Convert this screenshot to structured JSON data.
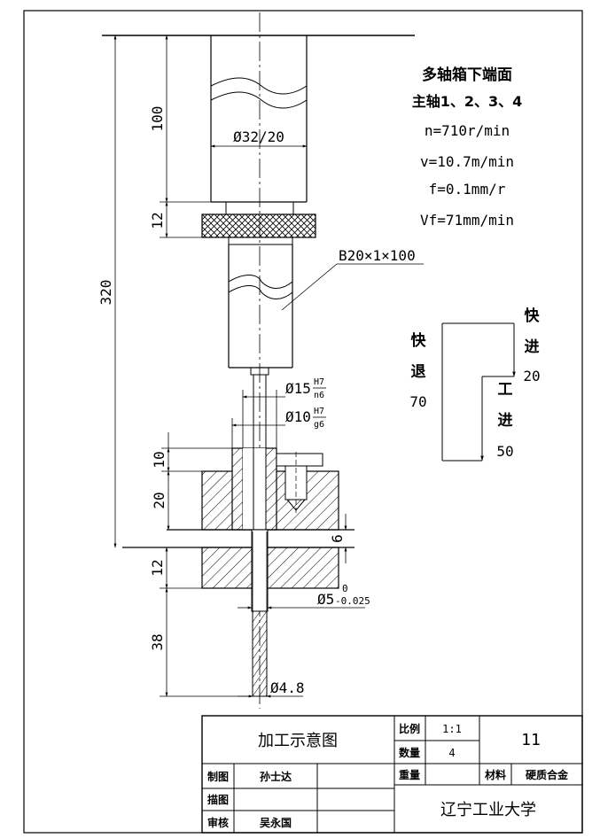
{
  "cutting_params": {
    "title": "多轴箱下端面",
    "spindles": "主轴1、2、3、4",
    "speed": "n=710r/min",
    "velocity": "v=10.7m/min",
    "feed": "f=0.1mm/r",
    "feed_rate": "Vf=71mm/min"
  },
  "dimensions": {
    "d100": "100",
    "d12_top": "12",
    "d320": "320",
    "d32_20": "Ø32/20",
    "bar": "B20×1×100",
    "d15": "Ø15",
    "d15_fit_top": "H7",
    "d15_fit_bottom": "n6",
    "d10": "Ø10",
    "d10_fit_top": "H7",
    "d10_fit_bottom": "g6",
    "d10_height": "10",
    "d20": "20",
    "d6": "6",
    "d12_bottom": "12",
    "d5": "Ø5",
    "d5_tol_upper": "0",
    "d5_tol_lower": "-0.025",
    "d38": "38",
    "d4_8": "Ø4.8"
  },
  "motion_cycle": {
    "rapid_retract_1": "快",
    "rapid_retract_2": "退",
    "rapid_retract_value": "70",
    "rapid_advance_1": "快",
    "rapid_advance_2": "进",
    "rapid_advance_value": "20",
    "work_feed_1": "工",
    "work_feed_2": "进",
    "work_feed_value": "50"
  },
  "title_block": {
    "drawing_title": "加工示意图",
    "scale_label": "比例",
    "scale_value": "1:1",
    "quantity_label": "数量",
    "quantity_value": "4",
    "drawing_number": "11",
    "drawn_label": "制图",
    "drawn_name": "孙士达",
    "traced_label": "描图",
    "checked_label": "审核",
    "checked_name": "吴永国",
    "weight_label": "重量",
    "material_label": "材料",
    "material_value": "硬质合金",
    "university": "辽宁工业大学"
  }
}
